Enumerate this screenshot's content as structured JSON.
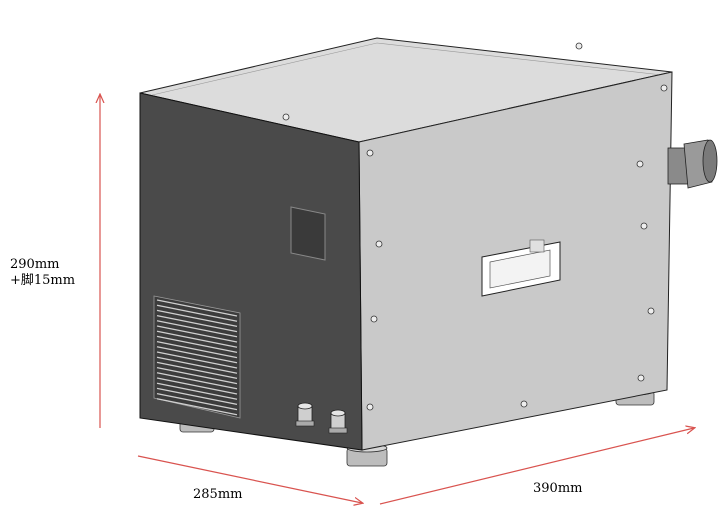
{
  "dimensions": {
    "height_line1": "290mm",
    "height_line2": "+脚15mm",
    "depth": "285mm",
    "width": "390mm"
  },
  "colors": {
    "dimension_line": "#d9534f",
    "front_panel": "#4a4a4a",
    "side_panel": "#c6c6c6",
    "top_panel": "#d8d8d8",
    "outline": "#222222"
  }
}
